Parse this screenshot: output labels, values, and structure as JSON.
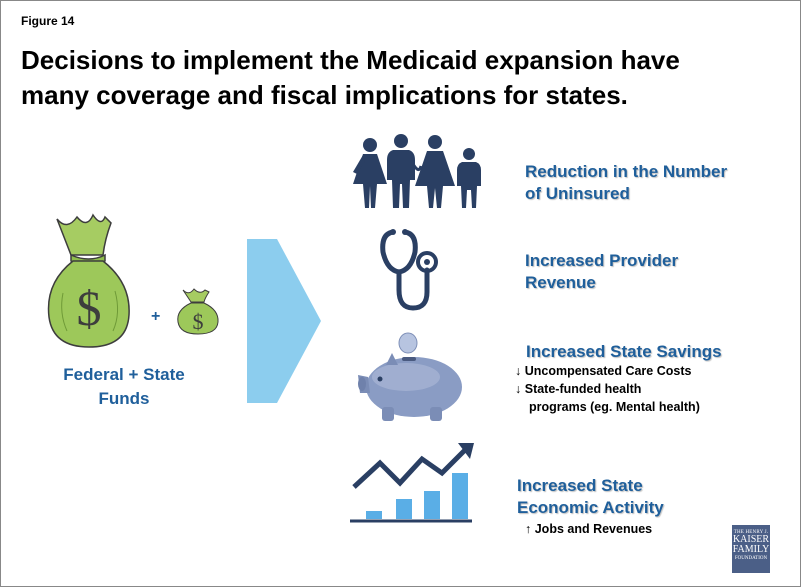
{
  "figure_label": "Figure 14",
  "title": {
    "line1": "Decisions to implement the Medicaid expansion have",
    "line2": "many coverage and fiscal implications for states."
  },
  "funds": {
    "plus": "+",
    "label_line1": "Federal + State",
    "label_line2": "Funds"
  },
  "outcomes": [
    {
      "title_line1": "Reduction in the Number",
      "title_line2": "of Uninsured",
      "icon": "family-icon"
    },
    {
      "title_line1": "Increased Provider",
      "title_line2": "Revenue",
      "icon": "stethoscope-icon"
    },
    {
      "title_line1": "Increased State Savings",
      "icon": "piggy-bank-icon",
      "bullets": [
        {
          "arrow": "↓",
          "text": "Uncompensated Care Costs"
        },
        {
          "arrow": "↓",
          "text": "State-funded health"
        }
      ],
      "bullet_continuation": "programs (eg. Mental health)"
    },
    {
      "title_line1": "Increased State",
      "title_line2": "Economic Activity",
      "icon": "growth-chart-icon",
      "bullets": [
        {
          "arrow": "↑",
          "text": "Jobs and Revenues"
        }
      ]
    }
  ],
  "logo": {
    "line1": "THE HENRY J.",
    "line2": "KAISER",
    "line3": "FAMILY",
    "line4": "FOUNDATION"
  },
  "colors": {
    "accent_text": "#1f5f9b",
    "arrow": "#8ccdee",
    "icon_navy": "#2a3f63",
    "bag_green": "#9dc85a",
    "piggy": "#8a9cc4",
    "bar_blue": "#5aaee6",
    "logo_bg": "#4b5f87"
  }
}
